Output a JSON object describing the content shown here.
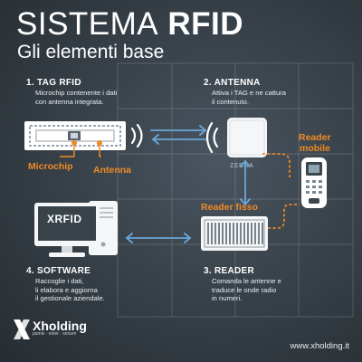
{
  "title": {
    "light": "SISTEMA",
    "bold": "RFID"
  },
  "subtitle": "Gli elementi base",
  "tag": {
    "heading": "1. TAG RFID",
    "description": "Microchip contenente i dati\ncon antenna integrata.",
    "microchip_label": "Microchip",
    "antenna_label": "Antenna"
  },
  "antenna": {
    "heading": "2. ANTENNA",
    "description": "Attiva i TAG e ne cattura\nil contenuto.",
    "brand": "ZEBRA"
  },
  "reader_mobile": {
    "label_line1": "Reader",
    "label_line2": "mobile"
  },
  "reader_fisso": {
    "label": "Reader fisso"
  },
  "software": {
    "heading": "4. SOFTWARE",
    "description": "Raccoglie i dati,\nli elabora e aggiorna\nil gestionale aziendale.",
    "screen_text": "XRFID"
  },
  "reader": {
    "heading": "3. READER",
    "description": "Comanda le antenne e\ntraduce le onde radio\nin numeri."
  },
  "footer": {
    "logo_name": "Xholding",
    "logo_sub": "pamix · exter · xenum",
    "url": "www.xholding.it"
  },
  "colors": {
    "accent": "#f08a24",
    "arrow": "#6aa7d6",
    "text": "#ffffff",
    "background": "#333b41"
  }
}
